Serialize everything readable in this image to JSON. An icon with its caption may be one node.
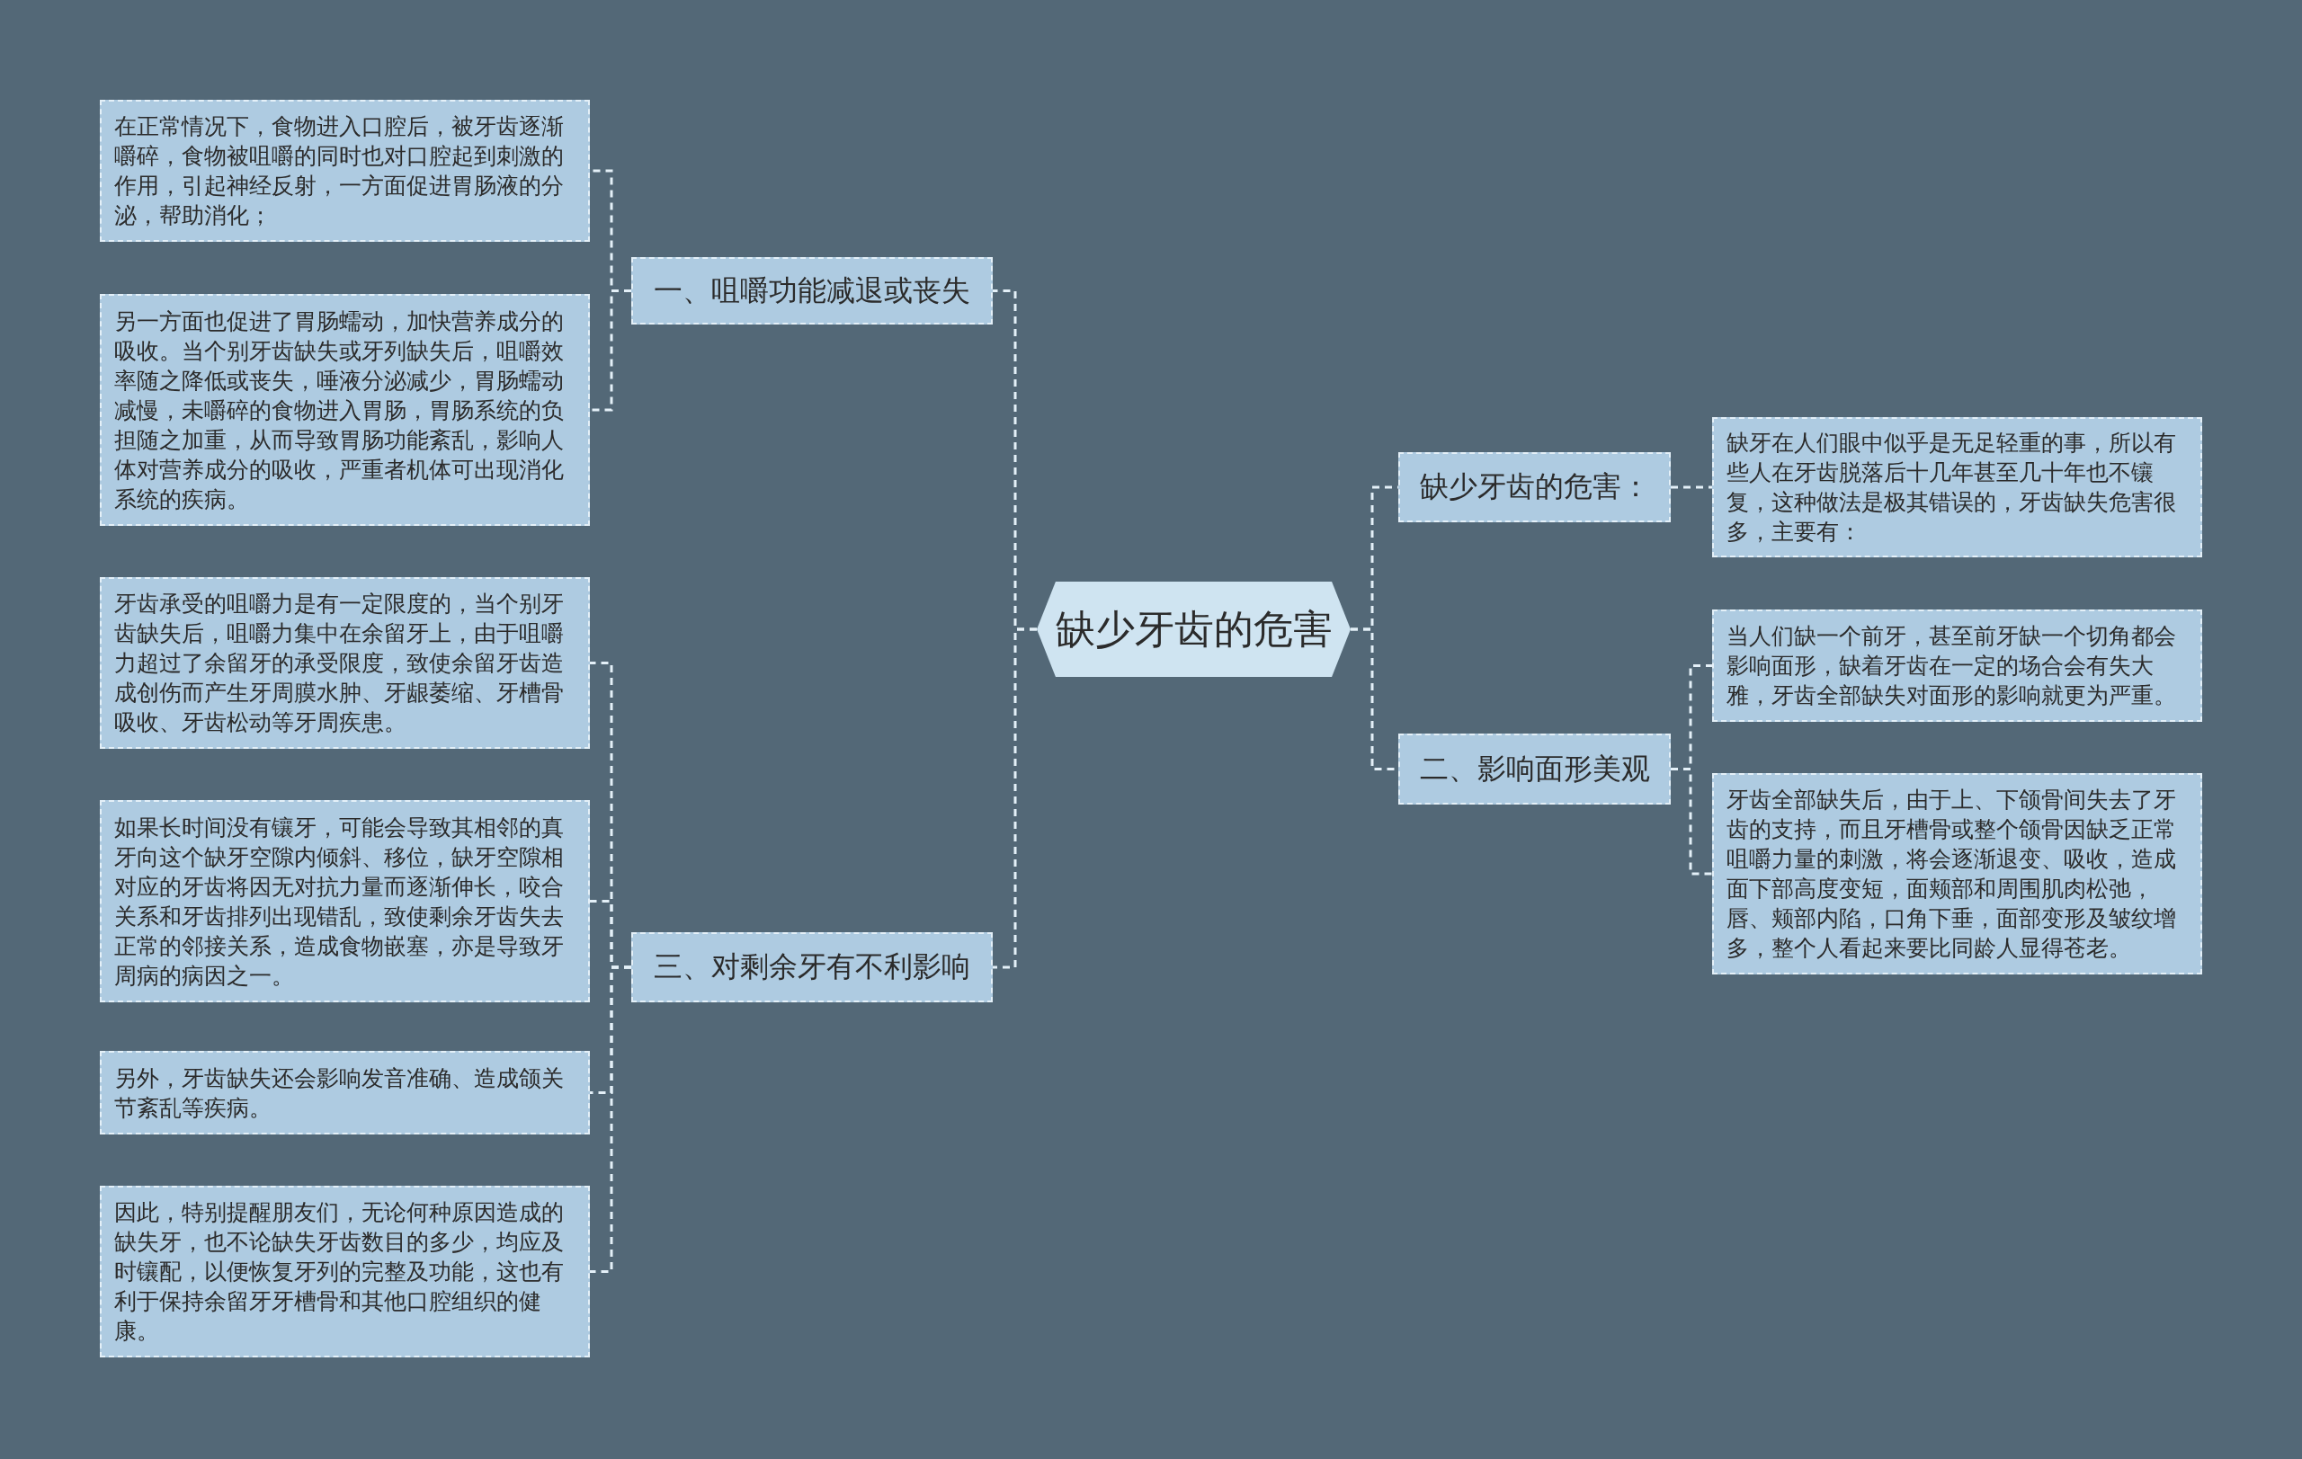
{
  "diagram": {
    "nodes": [
      {
        "text": [
          "缺少牙齿的危害"
        ]
      },
      {
        "text": [
          "一、咀嚼功能减退或丧失"
        ]
      },
      {
        "text": [
          "在正常情况下，食物进入口腔后，被牙齿逐渐嚼碎，食物被咀嚼的同时也对口腔起到刺激的作用，引起神经反射，一方面促进胃肠液的分泌，帮助消化；"
        ]
      },
      {
        "text": [
          "另一方面也促进了胃肠蠕动，加快营养成分的吸收。当个别牙齿缺失或牙列缺失后，咀嚼效率随之降低或丧失，唾液分泌减少，胃肠蠕动减慢，未嚼碎的食物进入胃肠，胃肠系统的负担随之加重，从而导致胃肠功能紊乱，影响人体对营养成分的吸收，严重者机体可出现消化系统的疾病。"
        ]
      },
      {
        "text": [
          "三、对剩余牙有不利影响"
        ]
      },
      {
        "text": [
          "牙齿承受的咀嚼力是有一定限度的，当个别牙齿缺失后，咀嚼力集中在余留牙上，由于咀嚼力超过了余留牙的承受限度，致使余留牙齿造成创伤而产生牙周膜水肿、牙龈萎缩、牙槽骨吸收、牙齿松动等牙周疾患。"
        ]
      },
      {
        "text": [
          "如果长时间没有镶牙，可能会导致其相邻的真牙向这个缺牙空隙内倾斜、移位，缺牙空隙相对应的牙齿将因无对抗力量而逐渐伸长，咬合关系和牙齿排列出现错乱，致使剩余牙齿失去正常的邻接关系，造成食物嵌塞，亦是导致牙周病的病因之一。"
        ]
      },
      {
        "text": [
          "另外，牙齿缺失还会影响发音准确、造成颌关节紊乱等疾病。"
        ]
      },
      {
        "text": [
          "因此，特别提醒朋友们，无论何种原因造成的缺失牙，也不论缺失牙齿数目的多少，均应及时镶配，以便恢复牙列的完整及功能，这也有利于保持余留牙牙槽骨和其他口腔组织的健康。"
        ]
      },
      {
        "text": [
          "缺少牙齿的危害："
        ]
      },
      {
        "text": [
          "缺牙在人们眼中似乎是无足轻重的事，所以有些人在牙齿脱落后十几年甚至几十年也不镶复，这种做法是极其错误的，牙齿缺失危害很多，主要有："
        ]
      },
      {
        "text": [
          "二、影响面形美观"
        ]
      },
      {
        "text": [
          "当人们缺一个前牙，甚至前牙缺一个切角都会影响面形，缺着牙齿在一定的场合会有失大雅，牙齿全部缺失对面形的影响就更为严重。"
        ]
      },
      {
        "text": [
          "牙齿全部缺失后，由于上、下颌骨间失去了牙齿的支持，而且牙槽骨或整个颌骨因缺乏正常咀嚼力量的刺激，将会逐渐退变、吸收，造成面下部高度变短，面颊部和周围肌肉松弛，唇、颊部内陷，口角下垂，面部变形及皱纹增多，整个人看起来要比同龄人显得苍老。"
        ]
      }
    ],
    "edges": [
      {
        "from": 0,
        "to": 1,
        "arrow": "none",
        "style": "dashed"
      },
      {
        "from": 1,
        "to": 2,
        "arrow": "none",
        "style": "dashed"
      },
      {
        "from": 1,
        "to": 3,
        "arrow": "none",
        "style": "dashed"
      },
      {
        "from": 0,
        "to": 4,
        "arrow": "none",
        "style": "dashed"
      },
      {
        "from": 4,
        "to": 5,
        "arrow": "none",
        "style": "dashed"
      },
      {
        "from": 4,
        "to": 6,
        "arrow": "none",
        "style": "dashed"
      },
      {
        "from": 4,
        "to": 7,
        "arrow": "none",
        "style": "dashed"
      },
      {
        "from": 4,
        "to": 8,
        "arrow": "none",
        "style": "dashed"
      },
      {
        "from": 0,
        "to": 9,
        "arrow": "none",
        "style": "dashed"
      },
      {
        "from": 9,
        "to": 10,
        "arrow": "none",
        "style": "dashed"
      },
      {
        "from": 0,
        "to": 11,
        "arrow": "none",
        "style": "dashed"
      },
      {
        "from": 11,
        "to": 12,
        "arrow": "none",
        "style": "dashed"
      },
      {
        "from": 11,
        "to": 13,
        "arrow": "none",
        "style": "dashed"
      }
    ]
  }
}
